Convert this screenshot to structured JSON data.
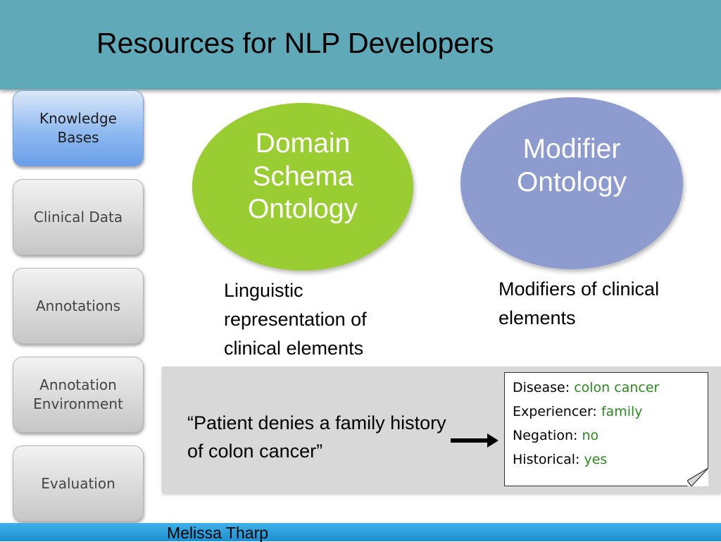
{
  "slide": {
    "title": "Resources for NLP Developers"
  },
  "nav": {
    "items": [
      {
        "label": "Knowledge Bases",
        "active": true
      },
      {
        "label": "Clinical Data",
        "active": false
      },
      {
        "label": "Annotations",
        "active": false
      },
      {
        "label": "Annotation Environment",
        "active": false
      },
      {
        "label": "Evaluation",
        "active": false
      }
    ]
  },
  "ontologies": {
    "domain": {
      "label": "Domain Schema Ontology",
      "color": "#9acd32",
      "caption": "Linguistic representation of clinical elements"
    },
    "modifier": {
      "label": "Modifier Ontology",
      "color": "#8e9bcf",
      "caption": "Modifiers of clinical elements"
    }
  },
  "example": {
    "quote": "“Patient denies a family history of colon cancer”",
    "arrow_icon": "right-arrow-icon",
    "annotations": [
      {
        "key": "Disease:",
        "value": "colon cancer"
      },
      {
        "key": "Experiencer:",
        "value": "family"
      },
      {
        "key": "Negation:",
        "value": "no"
      },
      {
        "key": "Historical:",
        "value": "yes"
      }
    ],
    "value_color": "#2a8a1e"
  },
  "footer": {
    "author": "Melissa Tharp"
  },
  "colors": {
    "header": "#5fa9b8",
    "active_nav": "#8fbaf0",
    "footer": "#1e8fd0"
  }
}
